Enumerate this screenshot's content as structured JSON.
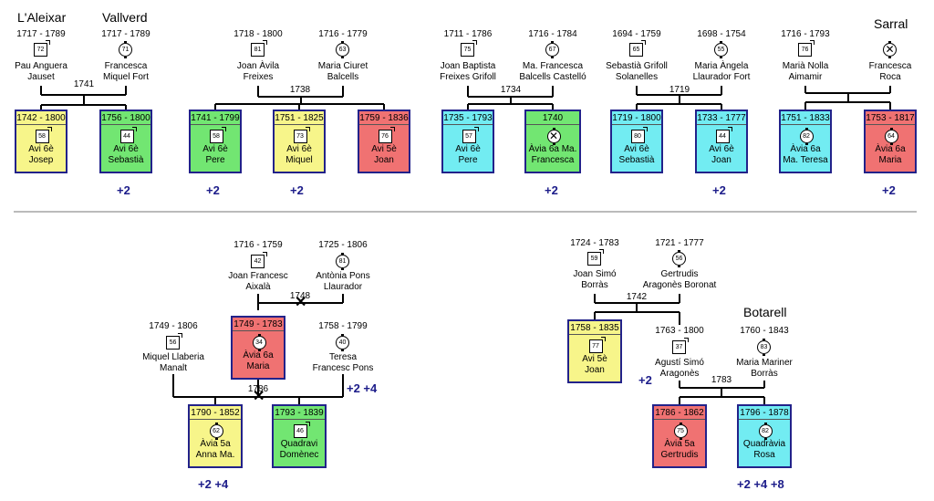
{
  "places": {
    "aleixar": "L'Aleixar",
    "vallverd": "Vallverd",
    "sarral": "Sarral",
    "botarell": "Botarell"
  },
  "persons": [
    {
      "id": "p1",
      "years": "1717 - 1789",
      "name": "Pau Anguera\nJauset",
      "badge": "72",
      "sex": "m"
    },
    {
      "id": "p2",
      "years": "1717 - 1789",
      "name": "Francesca\nMiquel Fort",
      "badge": "71",
      "sex": "f"
    },
    {
      "id": "p3",
      "years": "1718 - 1800",
      "name": "Joan Àvila\nFreixes",
      "badge": "81",
      "sex": "m"
    },
    {
      "id": "p4",
      "years": "1716 - 1779",
      "name": "Maria Ciuret\nBalcells",
      "badge": "63",
      "sex": "f"
    },
    {
      "id": "p5",
      "years": "1711 - 1786",
      "name": "Joan Baptista\nFreixes Grifoll",
      "badge": "75",
      "sex": "m"
    },
    {
      "id": "p6",
      "years": "1716 - 1784",
      "name": "Ma. Francesca\nBalcells Castelló",
      "badge": "67",
      "sex": "f"
    },
    {
      "id": "p7",
      "years": "1694 - 1759",
      "name": "Sebastià Grifoll\nSolanelles",
      "badge": "65",
      "sex": "m"
    },
    {
      "id": "p8",
      "years": "1698 - 1754",
      "name": "Maria Àngela\nLlaurador Fort",
      "badge": "55",
      "sex": "f"
    },
    {
      "id": "p9",
      "years": "1716 - 1793",
      "name": "Marià Nolla\nAimamir",
      "badge": "76",
      "sex": "m"
    },
    {
      "id": "p10",
      "years": "",
      "name": "Francesca\nRoca",
      "badge": "",
      "sex": "x"
    },
    {
      "id": "p11",
      "years": "1716 - 1759",
      "name": "Joan Francesc\nAixalà",
      "badge": "42",
      "sex": "m"
    },
    {
      "id": "p12",
      "years": "1725 - 1806",
      "name": "Antònia Pons\nLlaurador",
      "badge": "81",
      "sex": "f"
    },
    {
      "id": "p13",
      "years": "1749 - 1806",
      "name": "Miquel Llaberia\nManalt",
      "badge": "56",
      "sex": "m"
    },
    {
      "id": "p14",
      "years": "1758 - 1799",
      "name": "Teresa\nFrancesc Pons",
      "badge": "40",
      "sex": "f"
    },
    {
      "id": "p15",
      "years": "1724 - 1783",
      "name": "Joan Simó\nBorràs",
      "badge": "59",
      "sex": "m"
    },
    {
      "id": "p16",
      "years": "1721 - 1777",
      "name": "Gertrudis\nAragonès Boronat",
      "badge": "56",
      "sex": "f"
    },
    {
      "id": "p17",
      "years": "1763 - 1800",
      "name": "Agustí Simó\nAragonès",
      "badge": "37",
      "sex": "m"
    },
    {
      "id": "p18",
      "years": "1760 - 1843",
      "name": "Maria Mariner\nBorràs",
      "badge": "83",
      "sex": "f"
    }
  ],
  "marriages": [
    "1741",
    "1738",
    "1734",
    "1719",
    "1748",
    "1786",
    "1742",
    "1783"
  ],
  "boxes": [
    {
      "id": "b1",
      "years": "1742 - 1800",
      "label": "Avi 6è\nJosep",
      "badge": "58",
      "sex": "m",
      "color": "yel"
    },
    {
      "id": "b2",
      "years": "1756 - 1800",
      "label": "Avi 6è\nSebastià",
      "badge": "44",
      "sex": "m",
      "color": "grn"
    },
    {
      "id": "b3",
      "years": "1741 - 1799",
      "label": "Avi 6è\nPere",
      "badge": "58",
      "sex": "m",
      "color": "grn"
    },
    {
      "id": "b4",
      "years": "1751 - 1825",
      "label": "Avi 6è\nMiquel",
      "badge": "73",
      "sex": "m",
      "color": "yel"
    },
    {
      "id": "b5",
      "years": "1759 - 1836",
      "label": "Avi 5è\nJoan",
      "badge": "76",
      "sex": "m",
      "color": "red"
    },
    {
      "id": "b6",
      "years": "1735 - 1793",
      "label": "Avi 6è\nPere",
      "badge": "57",
      "sex": "m",
      "color": "cyn"
    },
    {
      "id": "b7",
      "years": "1740",
      "label": "Àvia 6a Ma.\nFrancesca",
      "badge": "",
      "sex": "x",
      "color": "grn"
    },
    {
      "id": "b8",
      "years": "1719 - 1800",
      "label": "Avi 6è\nSebastià",
      "badge": "80",
      "sex": "m",
      "color": "cyn"
    },
    {
      "id": "b9",
      "years": "1733 - 1777",
      "label": "Avi 6è\nJoan",
      "badge": "44",
      "sex": "m",
      "color": "cyn"
    },
    {
      "id": "b10",
      "years": "1751 - 1833",
      "label": "Àvia 6a\nMa. Teresa",
      "badge": "82",
      "sex": "f",
      "color": "cyn"
    },
    {
      "id": "b11",
      "years": "1753 - 1817",
      "label": "Àvia 6a\nMaria",
      "badge": "64",
      "sex": "f",
      "color": "red"
    },
    {
      "id": "b12",
      "years": "1749 - 1783",
      "label": "Àvia 6a\nMaria",
      "badge": "34",
      "sex": "f",
      "color": "red"
    },
    {
      "id": "b13",
      "years": "1790 - 1852",
      "label": "Àvia 5a\nAnna Ma.",
      "badge": "62",
      "sex": "f",
      "color": "yel"
    },
    {
      "id": "b14",
      "years": "1793 - 1839",
      "label": "Quadravi\nDomènec",
      "badge": "46",
      "sex": "m",
      "color": "grn"
    },
    {
      "id": "b15",
      "years": "1758 - 1835",
      "label": "Avi 5è\nJoan",
      "badge": "77",
      "sex": "m",
      "color": "yel"
    },
    {
      "id": "b16",
      "years": "1786 - 1862",
      "label": "Àvia 5a\nGertrudis",
      "badge": "75",
      "sex": "f",
      "color": "red"
    },
    {
      "id": "b17",
      "years": "1796 - 1878",
      "label": "Quadràvia\nRosa",
      "badge": "82",
      "sex": "f",
      "color": "cyn"
    }
  ],
  "plus": [
    "+2",
    "+2",
    "+2",
    "+2",
    "+2",
    "+2",
    "+2 +4",
    "+2 +4",
    "+2",
    "+2 +4 +8"
  ]
}
